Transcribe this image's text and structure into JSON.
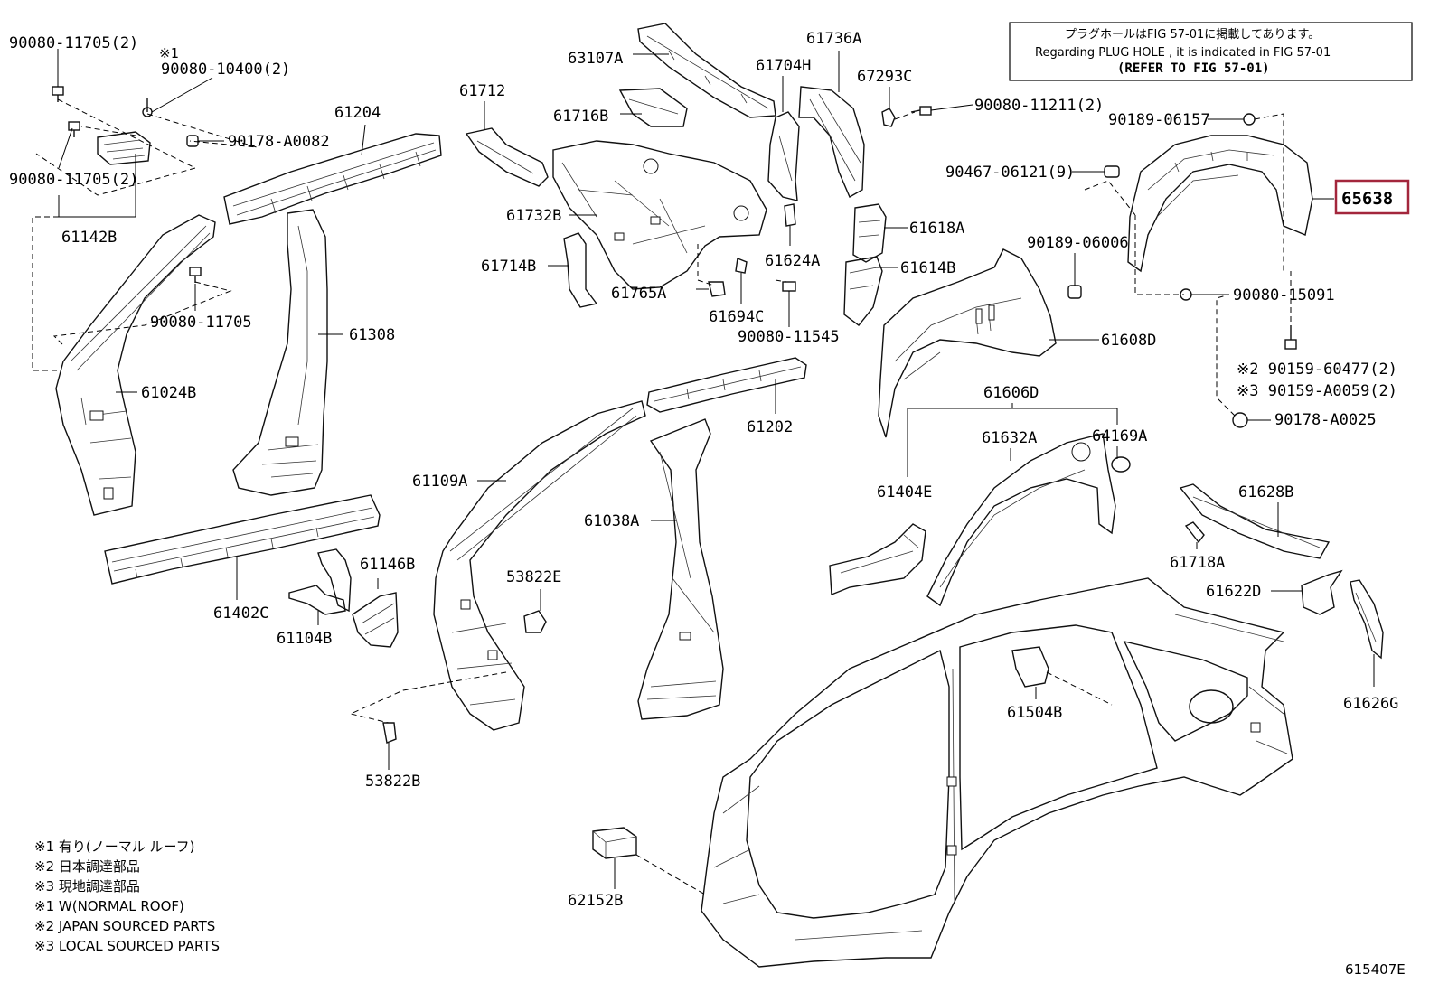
{
  "note": {
    "line1": "プラグホールはFIG 57-01に掲載してあります。",
    "line2": "Regarding PLUG HOLE , it is indicated in FIG 57-01",
    "line3": "(REFER TO FIG 57-01)"
  },
  "highlight": {
    "part": "65638",
    "color": "#a3263c"
  },
  "legend": [
    "※1 有り(ノーマル ルーフ)",
    "※2 日本調達部品",
    "※3 現地調達部品",
    "※1 W(NORMAL ROOF)",
    "※2 JAPAN SOURCED PARTS",
    "※3 LOCAL SOURCED PARTS"
  ],
  "figure_number": "615407E",
  "labels": {
    "p90080_11705_2_top": "90080-11705(2)",
    "mark1": "※1",
    "p90080_10400_2": "90080-10400(2)",
    "p61204": "61204",
    "p90178_A0082": "90178-A0082",
    "p90080_11705_2_mid": "90080-11705(2)",
    "p61142B": "61142B",
    "p90080_11705": "90080-11705",
    "p61308": "61308",
    "p61024B": "61024B",
    "p61712": "61712",
    "p63107A": "63107A",
    "p61716B": "61716B",
    "p61732B": "61732B",
    "p61714B": "61714B",
    "p61765A": "61765A",
    "p61694C": "61694C",
    "p61736A": "61736A",
    "p61704H": "61704H",
    "p67293C": "67293C",
    "p61624A": "61624A",
    "p90080_11545": "90080-11545",
    "p61618A": "61618A",
    "p61614B": "61614B",
    "p90080_11211_2": "90080-11211(2)",
    "p90189_06157": "90189-06157",
    "p90467_06121_9": "90467-06121(9)",
    "p90189_06006": "90189-06006",
    "p90080_15091": "90080-15091",
    "p61608D": "61608D",
    "p90159_60477_2": "※2 90159-60477(2)",
    "p90159_A0059_2": "※3 90159-A0059(2)",
    "p90178_A0025": "90178-A0025",
    "p61606D": "61606D",
    "p61632A": "61632A",
    "p64169A": "64169A",
    "p61404E": "61404E",
    "p61628B": "61628B",
    "p61718A": "61718A",
    "p61622D": "61622D",
    "p61626G": "61626G",
    "p61202": "61202",
    "p61109A": "61109A",
    "p61038A": "61038A",
    "p53822E": "53822E",
    "p53822B": "53822B",
    "p61146B": "61146B",
    "p61402C": "61402C",
    "p61104B": "61104B",
    "p61504B": "61504B",
    "p62152B": "62152B"
  }
}
